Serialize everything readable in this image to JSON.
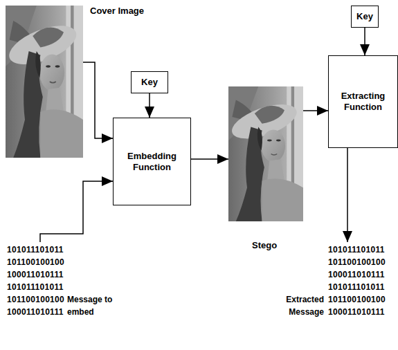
{
  "diagram": {
    "nodes": [
      {
        "text": [
          "Cover Image"
        ]
      },
      {
        "text": [
          "Key"
        ]
      },
      {
        "text": [
          "Embedding Function"
        ]
      },
      {
        "text": [
          "Stego"
        ]
      },
      {
        "text": [
          "Key"
        ]
      },
      {
        "text": [
          "Extracting Function"
        ]
      },
      {
        "text": [
          "101011101011 101100100100 100011010111 101011101011 101100100100 100011010111",
          "Message to embed"
        ]
      },
      {
        "text": [
          "101011101011 101100100100 100011010111 101011101011 101100100100 100011010111",
          "Extracted Message"
        ]
      }
    ],
    "edges": [
      {
        "from": 0,
        "to": 2,
        "arrow": "to"
      },
      {
        "from": 1,
        "to": 2,
        "arrow": "to"
      },
      {
        "from": 6,
        "to": 2,
        "arrow": "to"
      },
      {
        "from": 2,
        "to": 3,
        "arrow": "to"
      },
      {
        "from": 3,
        "to": 5,
        "arrow": "to"
      },
      {
        "from": 4,
        "to": 5,
        "arrow": "to"
      },
      {
        "from": 5,
        "to": 7,
        "arrow": "to"
      }
    ]
  }
}
